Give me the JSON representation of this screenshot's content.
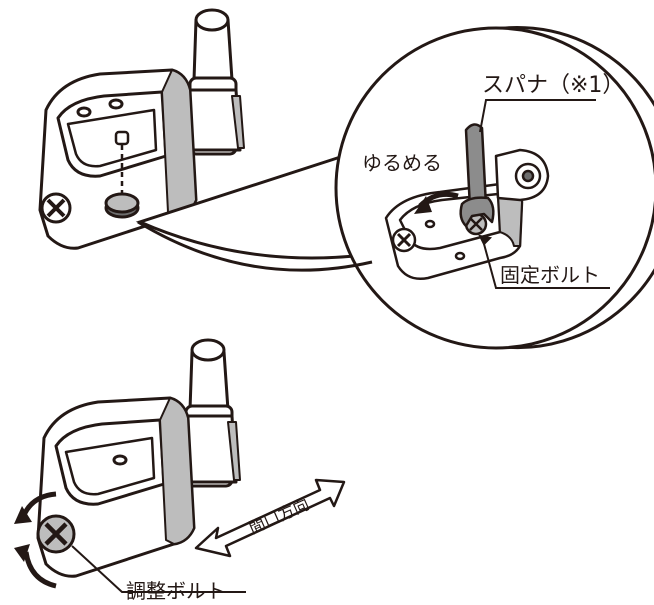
{
  "labels": {
    "spanner": "スパナ（※1）",
    "loosen": "ゆるめる",
    "fixing_bolt": "固定ボルト",
    "adjust_bolt": "調整ボルト",
    "opening_direction": "間口方向"
  },
  "colors": {
    "line": "#231815",
    "fill": "#ffffff",
    "shade": "#bdbdbd",
    "dark_shade": "#6e6e6e",
    "wrench": "#8c8c8c"
  }
}
